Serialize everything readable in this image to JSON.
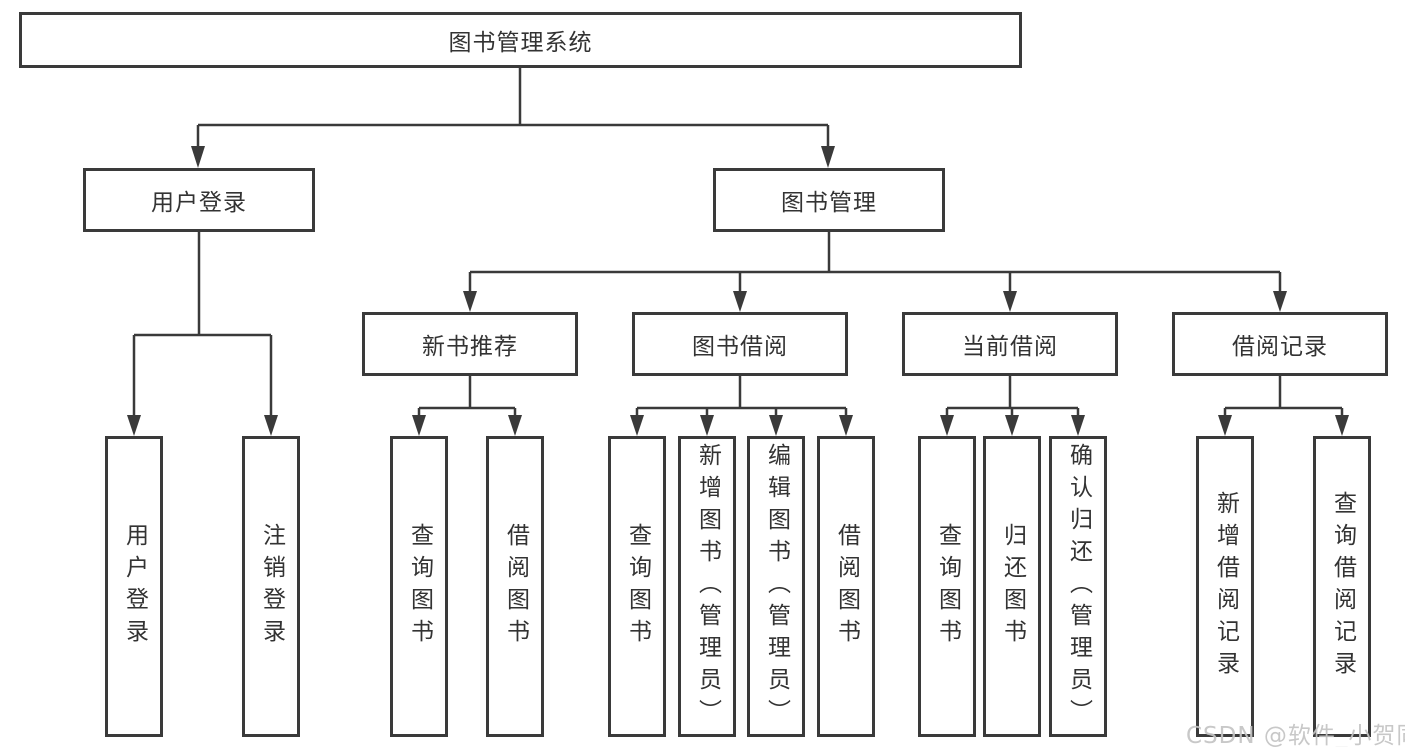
{
  "colors": {
    "background": "#ffffff",
    "line": "#3a3a3a",
    "box_border": "#3a3a3a",
    "text": "#333333",
    "watermark": "#c3c3c3"
  },
  "tree": {
    "root": {
      "label": "图书管理系统",
      "children": [
        {
          "label": "用户登录",
          "children": [
            {
              "label": "用户登录"
            },
            {
              "label": "注销登录"
            }
          ]
        },
        {
          "label": "图书管理",
          "children": [
            {
              "label": "新书推荐",
              "children": [
                {
                  "label": "查询图书"
                },
                {
                  "label": "借阅图书"
                }
              ]
            },
            {
              "label": "图书借阅",
              "children": [
                {
                  "label": "查询图书"
                },
                {
                  "label": "新增图书（管理员）"
                },
                {
                  "label": "编辑图书（管理员）"
                },
                {
                  "label": "借阅图书"
                }
              ]
            },
            {
              "label": "当前借阅",
              "children": [
                {
                  "label": "查询图书"
                },
                {
                  "label": "归还图书"
                },
                {
                  "label": "确认归还（管理员）"
                }
              ]
            },
            {
              "label": "借阅记录",
              "children": [
                {
                  "label": "新增借阅记录"
                },
                {
                  "label": "查询借阅记录"
                }
              ]
            }
          ]
        }
      ]
    }
  },
  "watermark": {
    "text": "CSDN @软件_小贺同学"
  }
}
